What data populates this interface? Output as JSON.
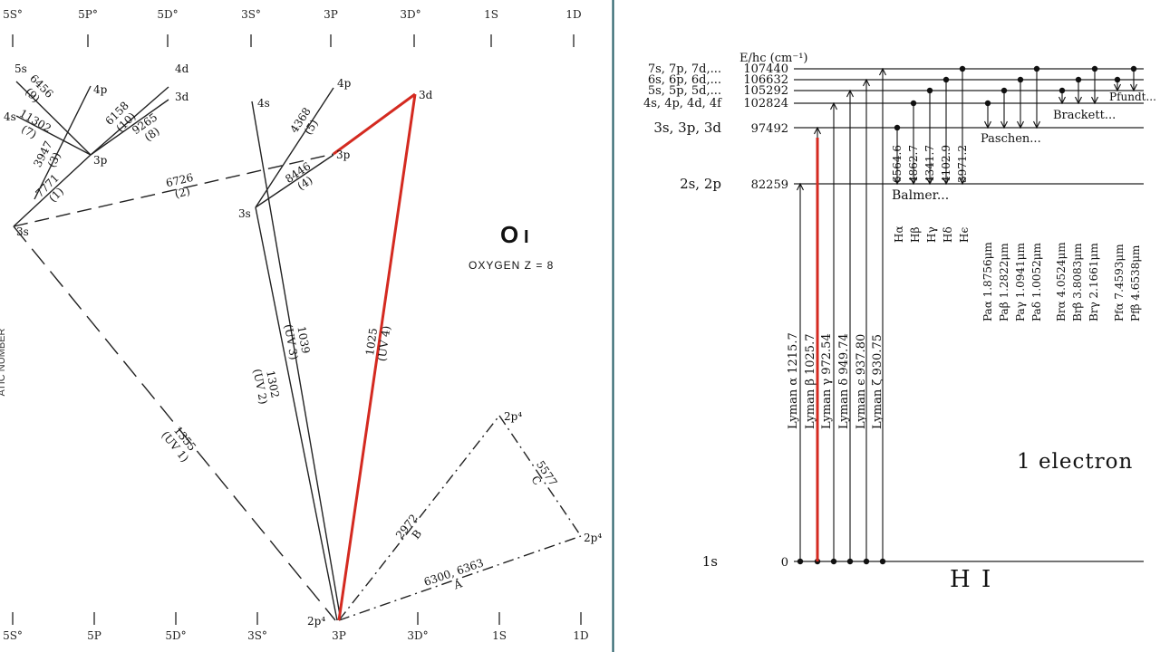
{
  "oxygen": {
    "title": "O",
    "title_numeral": "I",
    "subtitle": "OXYGEN  Z = 8",
    "side_label": "ATIC NUMBER",
    "top_terms": [
      "5S°",
      "5P°",
      "5D°",
      "3S°",
      "3P",
      "3D°",
      "1S",
      "1D"
    ],
    "bottom_terms": [
      "5S°",
      "5P",
      "5D°",
      "3S°",
      "3P",
      "3D°",
      "1S",
      "1D"
    ],
    "levels": [
      "5s",
      "4s",
      "4p",
      "4d",
      "3d",
      "3p",
      "3s",
      "4s",
      "4p",
      "3d",
      "3p",
      "3s",
      "2p⁴",
      "2p⁴",
      "2p⁴"
    ],
    "lines": [
      {
        "wl": "6456",
        "mult": "(9)"
      },
      {
        "wl": "11302",
        "mult": "(7)"
      },
      {
        "wl": "3947",
        "mult": "(3)"
      },
      {
        "wl": "7771",
        "mult": "(1)"
      },
      {
        "wl": "6158",
        "mult": "(10)"
      },
      {
        "wl": "9265",
        "mult": "(8)"
      },
      {
        "wl": "6726",
        "mult": "(2)"
      },
      {
        "wl": "4368",
        "mult": "(5)"
      },
      {
        "wl": "8446",
        "mult": "(4)"
      },
      {
        "wl": "1355",
        "mult": "(UV 1)"
      },
      {
        "wl": "1302",
        "mult": "(UV 2)"
      },
      {
        "wl": "1039",
        "mult": "(UV 3)"
      },
      {
        "wl": "1025",
        "mult": "(UV 4)"
      },
      {
        "wl": "2972",
        "mult": "B"
      },
      {
        "wl": "5577",
        "mult": "C"
      },
      {
        "wl": "6300, 6363",
        "mult": "A"
      }
    ],
    "highlight_color": "#d42a20"
  },
  "hydrogen": {
    "energy_header": "E/hc (cm⁻¹)",
    "levels": [
      {
        "config": "7s, 7p, 7d,...",
        "energy": "107440"
      },
      {
        "config": "6s, 6p, 6d,...",
        "energy": "106632"
      },
      {
        "config": "5s, 5p, 5d,...",
        "energy": "105292"
      },
      {
        "config": "4s, 4p, 4d, 4f",
        "energy": "102824"
      },
      {
        "config": "3s, 3p, 3d",
        "energy": "97492"
      },
      {
        "config": "2s, 2p",
        "energy": "82259"
      },
      {
        "config": "1s",
        "energy": "0"
      }
    ],
    "lyman": [
      "Lyman α  1215.7",
      "Lyman β  1025.7",
      "Lyman γ  972.54",
      "Lyman δ  949.74",
      "Lyman ϵ  937.80",
      "Lyman ζ  930.75"
    ],
    "balmer_values": [
      "6564.6",
      "4862.7",
      "4341.7",
      "4102.9",
      "3971.2"
    ],
    "balmer_names": [
      "Hα",
      "Hβ",
      "Hγ",
      "Hδ",
      "Hϵ"
    ],
    "series_labels": [
      "Balmer...",
      "Paschen...",
      "Brackett...",
      "Pfundt..."
    ],
    "paschen": [
      "Paα  1.8756μm",
      "Paβ  1.2822μm",
      "Paγ  1.0941μm",
      "Paδ  1.0052μm"
    ],
    "brackett": [
      "Brα  4.0524μm",
      "Brβ  3.8083μm",
      "Brγ  2.1661μm"
    ],
    "pfund": [
      "Pfα  7.4593μm",
      "Pfβ  4.6538μm"
    ],
    "electron_label": "1 electron",
    "element_label": "H I",
    "highlight_color": "#d42a20"
  },
  "divider_color": "#1f5a63"
}
